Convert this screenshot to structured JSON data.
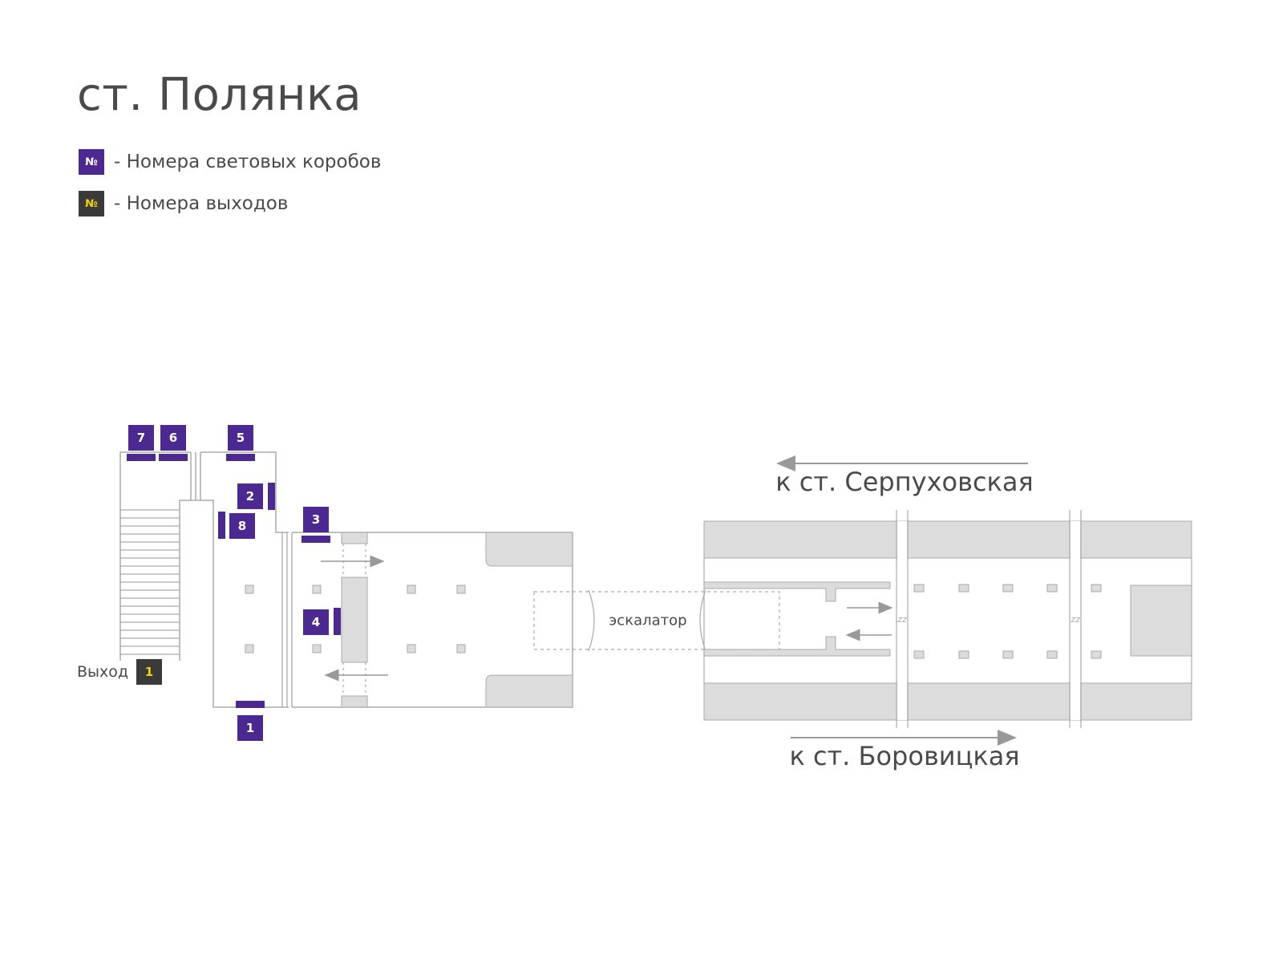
{
  "title": "ст. Полянка",
  "legend": [
    {
      "symbol": "№",
      "text": "- Номера световых коробов",
      "bg": "#4b2991",
      "fg": "#ffffff"
    },
    {
      "symbol": "№",
      "text": "- Номера выходов",
      "bg": "#3a3a3a",
      "fg": "#f0d800"
    }
  ],
  "colors": {
    "lightbox": "#4b2991",
    "exit_bg": "#3a3a3a",
    "exit_fg": "#f0d800",
    "wall": "#aaaaaa",
    "fill": "#dcdcdc",
    "arrow": "#999999",
    "text": "#4a4a4a"
  },
  "lightboxes": [
    {
      "label": "7",
      "name": "lightbox-7"
    },
    {
      "label": "6",
      "name": "lightbox-6"
    },
    {
      "label": "5",
      "name": "lightbox-5"
    },
    {
      "label": "2",
      "name": "lightbox-2"
    },
    {
      "label": "8",
      "name": "lightbox-8"
    },
    {
      "label": "3",
      "name": "lightbox-3"
    },
    {
      "label": "4",
      "name": "lightbox-4"
    },
    {
      "label": "1",
      "name": "lightbox-1"
    }
  ],
  "exit": {
    "label": "Выход",
    "number": "1"
  },
  "escalator_label": "эскалатор",
  "directions": {
    "top": "к ст. Серпуховская",
    "bottom": "к ст. Боровицкая"
  },
  "icons": [
    "arrow-left-icon",
    "arrow-right-icon",
    "turnstile-icon",
    "stairs-icon"
  ]
}
